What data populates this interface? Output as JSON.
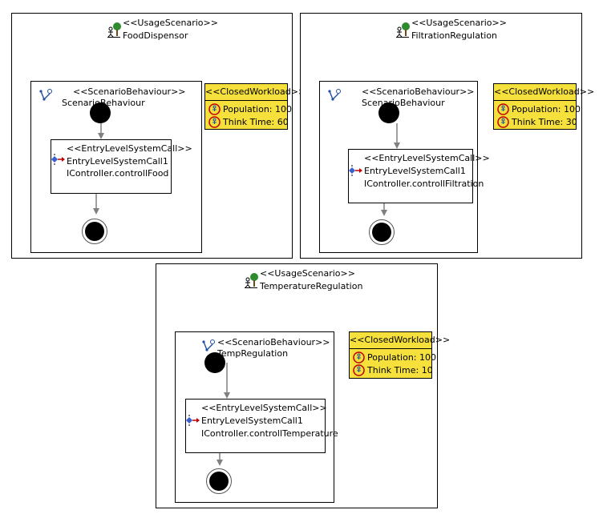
{
  "scenarios": [
    {
      "stereotype": "<<UsageScenario>>",
      "name": "FoodDispensor",
      "behaviour": {
        "stereotype": "<<ScenarioBehaviour>>",
        "name": "ScenarioBehaviour"
      },
      "call": {
        "stereotype": "<<EntryLevelSystemCall>>",
        "name": "EntryLevelSystemCall1",
        "signature": "IController.controllFood"
      },
      "workload": {
        "title": "<<ClosedWorkload>>",
        "population": "Population: 100",
        "think_time": "Think Time: 60"
      }
    },
    {
      "stereotype": "<<UsageScenario>>",
      "name": "FiltrationRegulation",
      "behaviour": {
        "stereotype": "<<ScenarioBehaviour>>",
        "name": "ScenarioBehaviour"
      },
      "call": {
        "stereotype": "<<EntryLevelSystemCall>>",
        "name": "EntryLevelSystemCall1",
        "signature": "IController.controllFiltration"
      },
      "workload": {
        "title": "<<ClosedWorkload>>",
        "population": "Population: 100",
        "think_time": "Think Time: 30"
      }
    },
    {
      "stereotype": "<<UsageScenario>>",
      "name": "TemperatureRegulation",
      "behaviour": {
        "stereotype": "<<ScenarioBehaviour>>",
        "name": "TempRegulation"
      },
      "call": {
        "stereotype": "<<EntryLevelSystemCall>>",
        "name": "EntryLevelSystemCall1",
        "signature": "IController.controllTemperature"
      },
      "workload": {
        "title": "<<ClosedWorkload>>",
        "population": "Population: 100",
        "think_time": "Think Time: 10"
      }
    }
  ],
  "colors": {
    "workload_fill": "#f5e03c",
    "edge": "#808080",
    "tree": "#2e8b2e"
  },
  "icons": [
    "usage-scenario-icon",
    "scenario-behaviour-icon",
    "entry-call-icon",
    "population-icon",
    "think-time-icon"
  ]
}
